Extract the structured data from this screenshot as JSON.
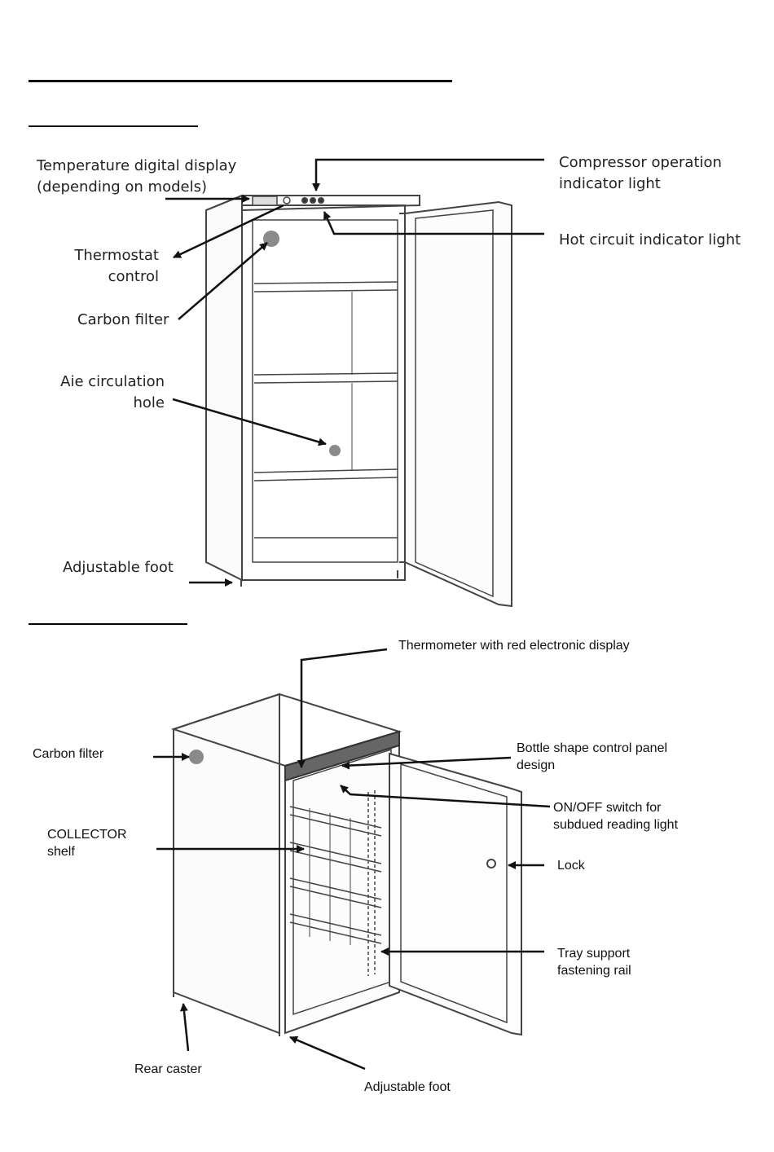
{
  "colors": {
    "ink": "#111111",
    "line": "#444444",
    "filter_dot": "#8a8a8a"
  },
  "diagram1": {
    "labels": {
      "temperature_display": "Temperature digital display\n(depending on models)",
      "thermostat": "Thermostat\ncontrol",
      "carbon_filter": "Carbon filter",
      "air_hole": "Aie circulation\nhole",
      "adjustable_foot": "Adjustable foot",
      "compressor_light": "Compressor operation\nindicator light",
      "hot_circuit_light": "Hot circuit indicator light"
    }
  },
  "diagram2": {
    "labels": {
      "thermometer": "Thermometer with red electronic display",
      "carbon_filter": "Carbon filter",
      "bottle_panel": "Bottle shape control panel\ndesign",
      "onoff_switch": "ON/OFF switch for\nsubdued reading light",
      "collector_shelf": "COLLECTOR\nshelf",
      "lock": "Lock",
      "tray_rail": "Tray support\nfastening rail",
      "rear_caster": "Rear caster",
      "adjustable_foot": "Adjustable foot"
    }
  }
}
